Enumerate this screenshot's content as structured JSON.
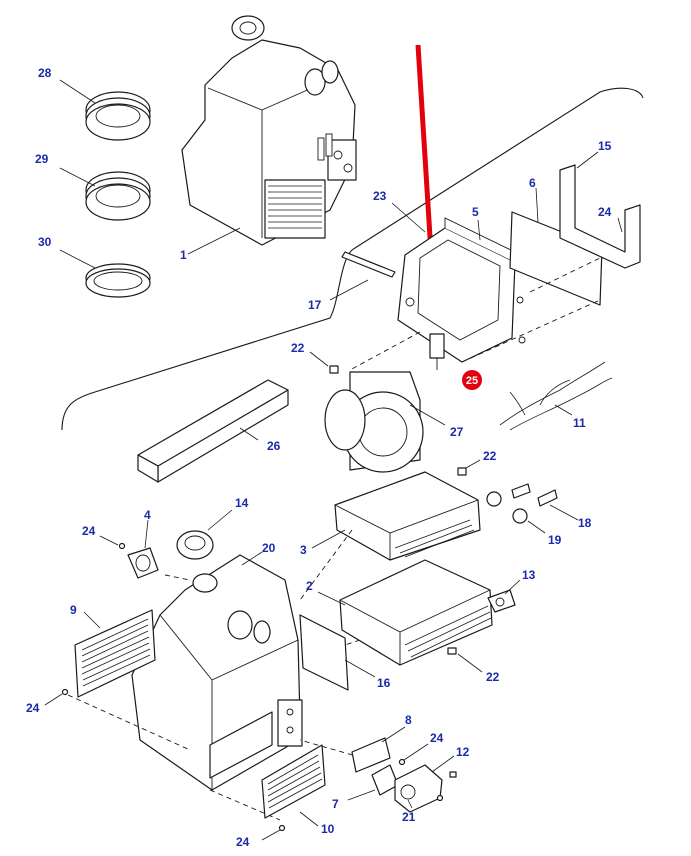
{
  "colors": {
    "callout_text": "#1a2aa8",
    "arrow": "#e3000f",
    "highlight_badge": "#e3000f",
    "line": "#1a1a1a",
    "background": "#ffffff"
  },
  "callouts": {
    "c1": "1",
    "c2": "2",
    "c3": "3",
    "c4": "4",
    "c5": "5",
    "c6": "6",
    "c7": "7",
    "c8": "8",
    "c9": "9",
    "c10": "10",
    "c11": "11",
    "c12": "12",
    "c13": "13",
    "c14": "14",
    "c15": "15",
    "c16": "16",
    "c17": "17",
    "c18": "18",
    "c19": "19",
    "c20": "20",
    "c21": "21",
    "c22a": "22",
    "c22b": "22",
    "c22c": "22",
    "c23": "23",
    "c24a": "24",
    "c24b": "24",
    "c24c": "24",
    "c24d": "24",
    "c24e": "24",
    "c26": "26",
    "c27": "27",
    "c28": "28",
    "c29": "29",
    "c30": "30"
  },
  "highlight": {
    "label": "25",
    "icon": "red-arrow-pointer"
  }
}
